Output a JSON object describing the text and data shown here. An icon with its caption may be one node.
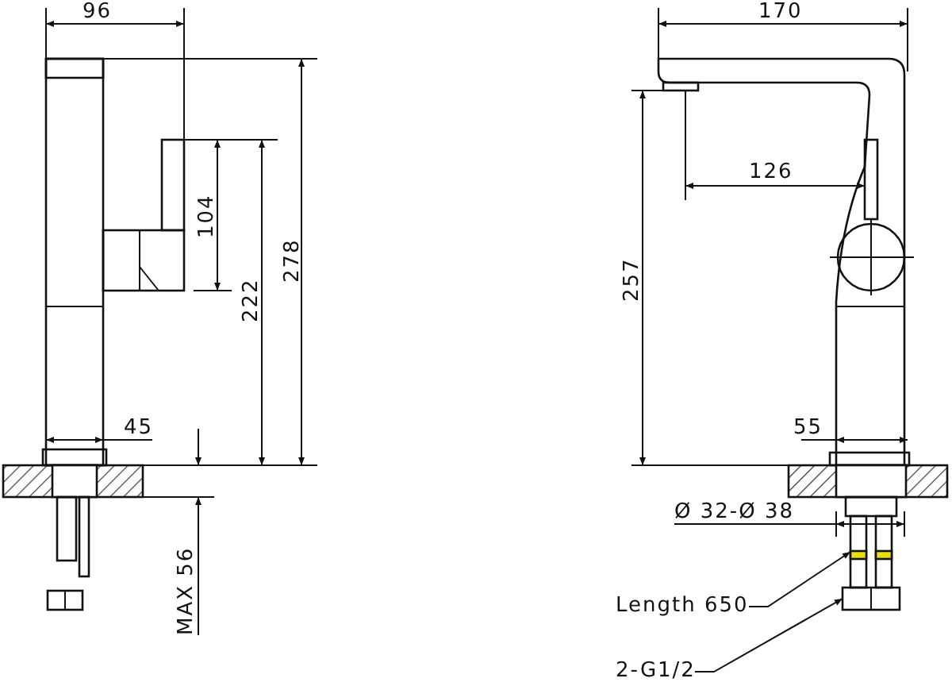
{
  "diagram": {
    "nodes": [
      {
        "text": [
          "Length 650"
        ]
      },
      {
        "text": [],
        "shape": "picture"
      },
      {
        "text": [
          "2-G1/2"
        ]
      },
      {
        "text": [],
        "shape": "picture"
      }
    ],
    "edges": [
      {
        "from": 0,
        "to": 1,
        "arrow": "to"
      },
      {
        "from": 2,
        "to": 3,
        "arrow": "to"
      }
    ],
    "labels": [
      "96",
      "104",
      "222",
      "278",
      "45",
      "MAX 56",
      "170",
      "126",
      "257",
      "55",
      "Ø 32-Ø 38"
    ]
  }
}
